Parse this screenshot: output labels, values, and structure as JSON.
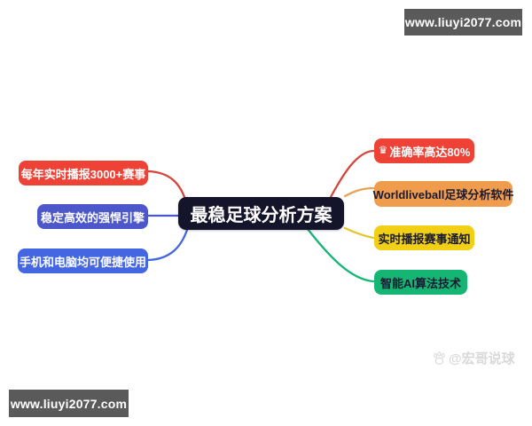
{
  "badges": {
    "top_right": "www.liuyi2077.com",
    "bottom_left": "www.liuyi2077.com"
  },
  "watermark": {
    "icon": "baidu-paw-icon",
    "label": "@宏哥说球"
  },
  "colors": {
    "red": "#EE4237",
    "indigo": "#4C57C9",
    "blue": "#4466E3",
    "orange": "#F09C4D",
    "yellow": "#F0CF15",
    "green": "#15B573",
    "center_bg": "#14142B",
    "badge_bg": "#5A5A5A",
    "dark_text": "#1A1A33",
    "watermark_gray": "#D9D9D9"
  },
  "mindmap": {
    "center": {
      "label": "最稳足球分析方案",
      "color": "#14142B",
      "text_color": "#FFFFFF"
    },
    "left_branches": [
      {
        "label": "每年实时播报3000+赛事",
        "color": "#EE4237",
        "text_color": "#FFFFFF"
      },
      {
        "label": "稳定高效的强悍引擎",
        "color": "#4C57C9",
        "text_color": "#FFFFFF"
      },
      {
        "label": "手机和电脑均可便捷使用",
        "color": "#4466E3",
        "text_color": "#FFFFFF"
      }
    ],
    "right_branches": [
      {
        "label": "准确率高达80%",
        "icon": "crown-icon",
        "icon_glyph": "♛",
        "color": "#EE4237",
        "text_color": "#FFFFFF"
      },
      {
        "label": "Worldliveball足球分析软件",
        "color": "#F09C4D",
        "text_color": "#1A1A33"
      },
      {
        "label": "实时播报赛事通知",
        "color": "#F0CF15",
        "text_color": "#1A1A33"
      },
      {
        "label": "智能AI算法技术",
        "color": "#15B573",
        "text_color": "#1A1A33"
      }
    ]
  }
}
